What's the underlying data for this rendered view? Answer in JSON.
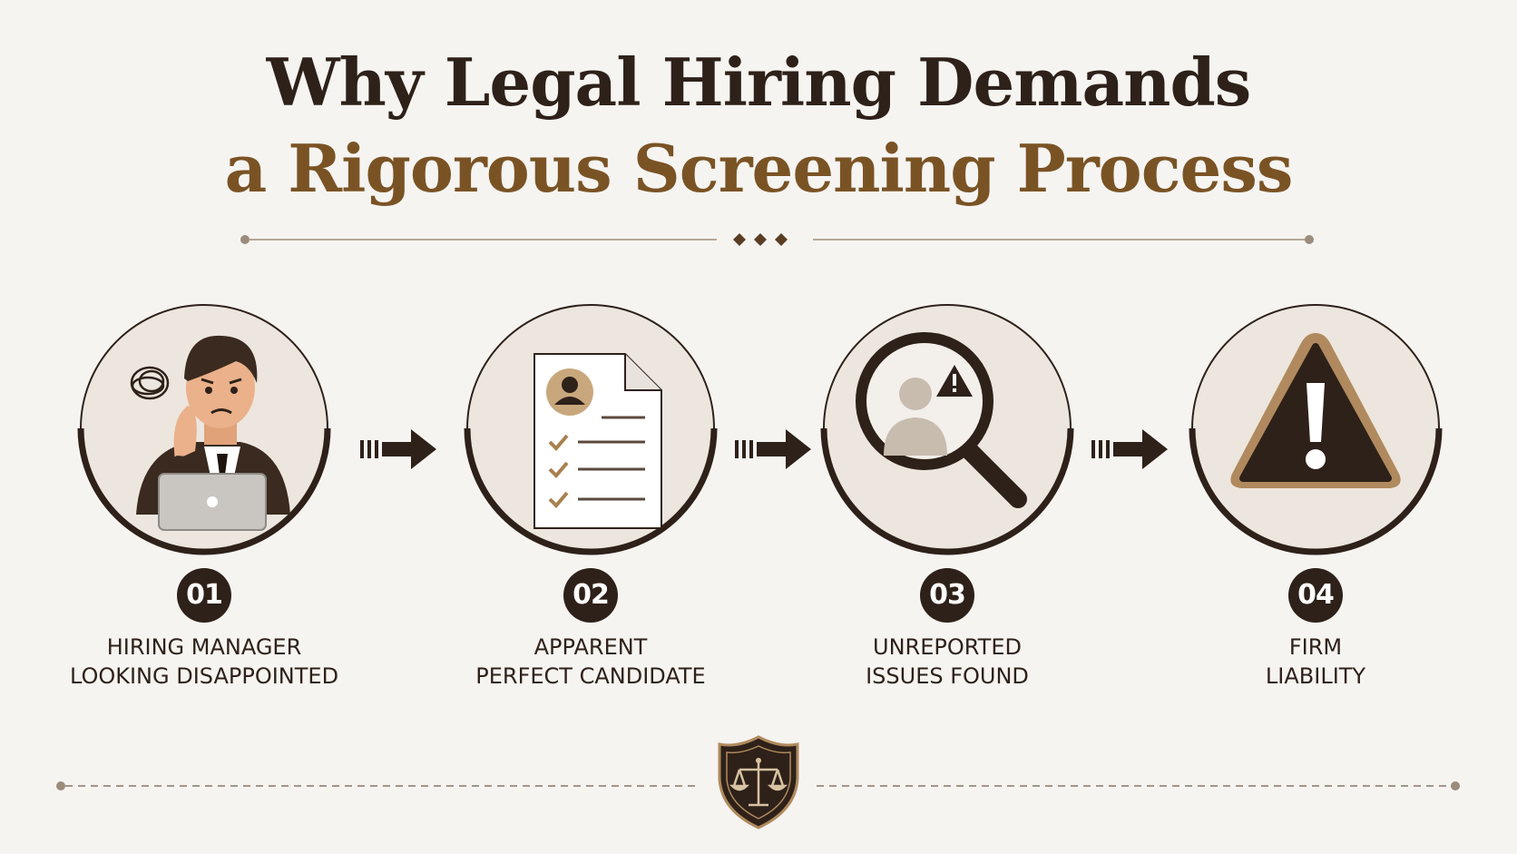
{
  "title": {
    "line1": "Why Legal Hiring Demands",
    "line2": "a Rigorous Screening Process"
  },
  "colors": {
    "dark": "#2e2119",
    "accent": "#7a5325",
    "tan": "#b08a5e",
    "circle_fill": "#ece6de",
    "background": "#f6f4f1"
  },
  "steps": [
    {
      "number": "01",
      "line1": "HIRING MANAGER",
      "line2": "LOOKING DISAPPOINTED",
      "icon": "disappointed-manager-icon"
    },
    {
      "number": "02",
      "line1": "APPARENT",
      "line2": "PERFECT CANDIDATE",
      "icon": "resume-document-icon"
    },
    {
      "number": "03",
      "line1": "UNREPORTED",
      "line2": "ISSUES FOUND",
      "icon": "magnifier-warning-icon"
    },
    {
      "number": "04",
      "line1": "FIRM",
      "line2": "LIABILITY",
      "icon": "warning-triangle-icon"
    }
  ],
  "footer": {
    "emblem": "scales-of-justice-shield-icon"
  }
}
